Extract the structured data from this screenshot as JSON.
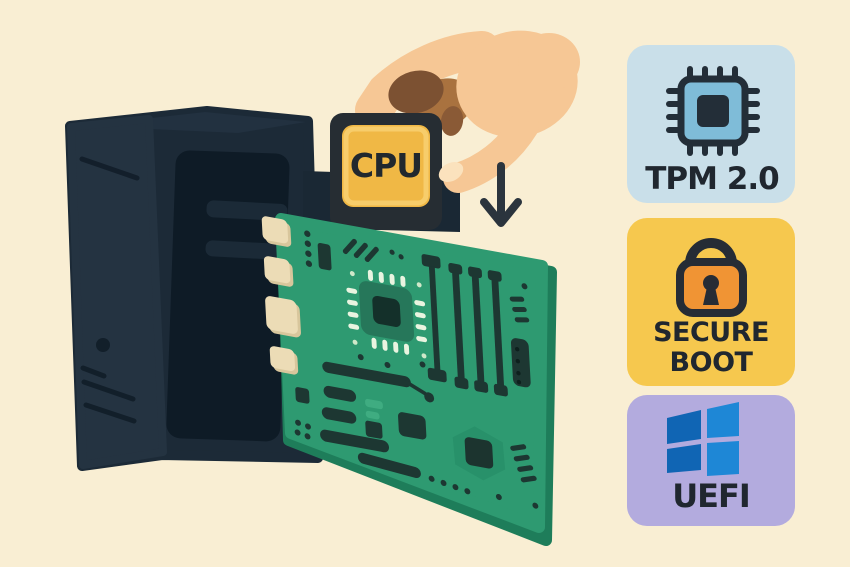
{
  "title": "Windows 11 hardware requirements illustration",
  "illustration": {
    "cpu_chip": {
      "label": "CPU",
      "body_color": "#262d33",
      "face_color": "#f0b845"
    },
    "tower": {
      "left_face": "#243341",
      "front_face": "#1c2a37",
      "panel": "#0e1b26"
    },
    "motherboard": {
      "board": "#2e9a71",
      "side": "#1e7d5a",
      "components": "#1d3732",
      "connectors": "#ecdcb6"
    },
    "hand": {
      "skin": "#f6c795",
      "shadow_fingers": "#7c5132"
    },
    "arrow": {
      "direction": "down",
      "color": "#2b343d"
    },
    "background_color": "#f9eed3"
  },
  "badges": [
    {
      "id": "tpm-2-0",
      "label": "TPM 2.0",
      "icon": "chip-icon",
      "bg_color": "#c9dfe9",
      "icon_color": "#7fbcd8"
    },
    {
      "id": "secure-boot",
      "label_line1": "SECURE",
      "label_line2": "BOOT",
      "icon": "padlock-icon",
      "bg_color": "#f6c84e",
      "icon_color": "#f09434"
    },
    {
      "id": "uefi",
      "label": "UEFI",
      "icon": "windows-logo-icon",
      "bg_color": "#b3abde",
      "icon_colors": [
        "#1065b4",
        "#1e87d6"
      ]
    }
  ],
  "text_color": "#20272f"
}
